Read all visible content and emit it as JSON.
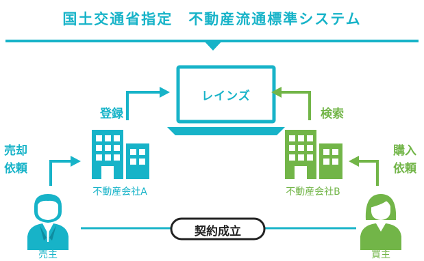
{
  "title": "国土交通省指定　不動産流通標準システム",
  "system": {
    "label": "レインズ"
  },
  "actions": {
    "register": "登録",
    "search": "検索",
    "sale_request_line1": "売却",
    "sale_request_line2": "依頼",
    "purchase_request_line1": "購入",
    "purchase_request_line2": "依頼"
  },
  "companies": {
    "a": "不動産会社A",
    "b": "不動産会社B"
  },
  "parties": {
    "seller": "売主",
    "buyer": "買主"
  },
  "contract": "契約成立",
  "colors": {
    "teal": "#17b3c8",
    "green": "#72b548",
    "line": "#17b3c8"
  }
}
